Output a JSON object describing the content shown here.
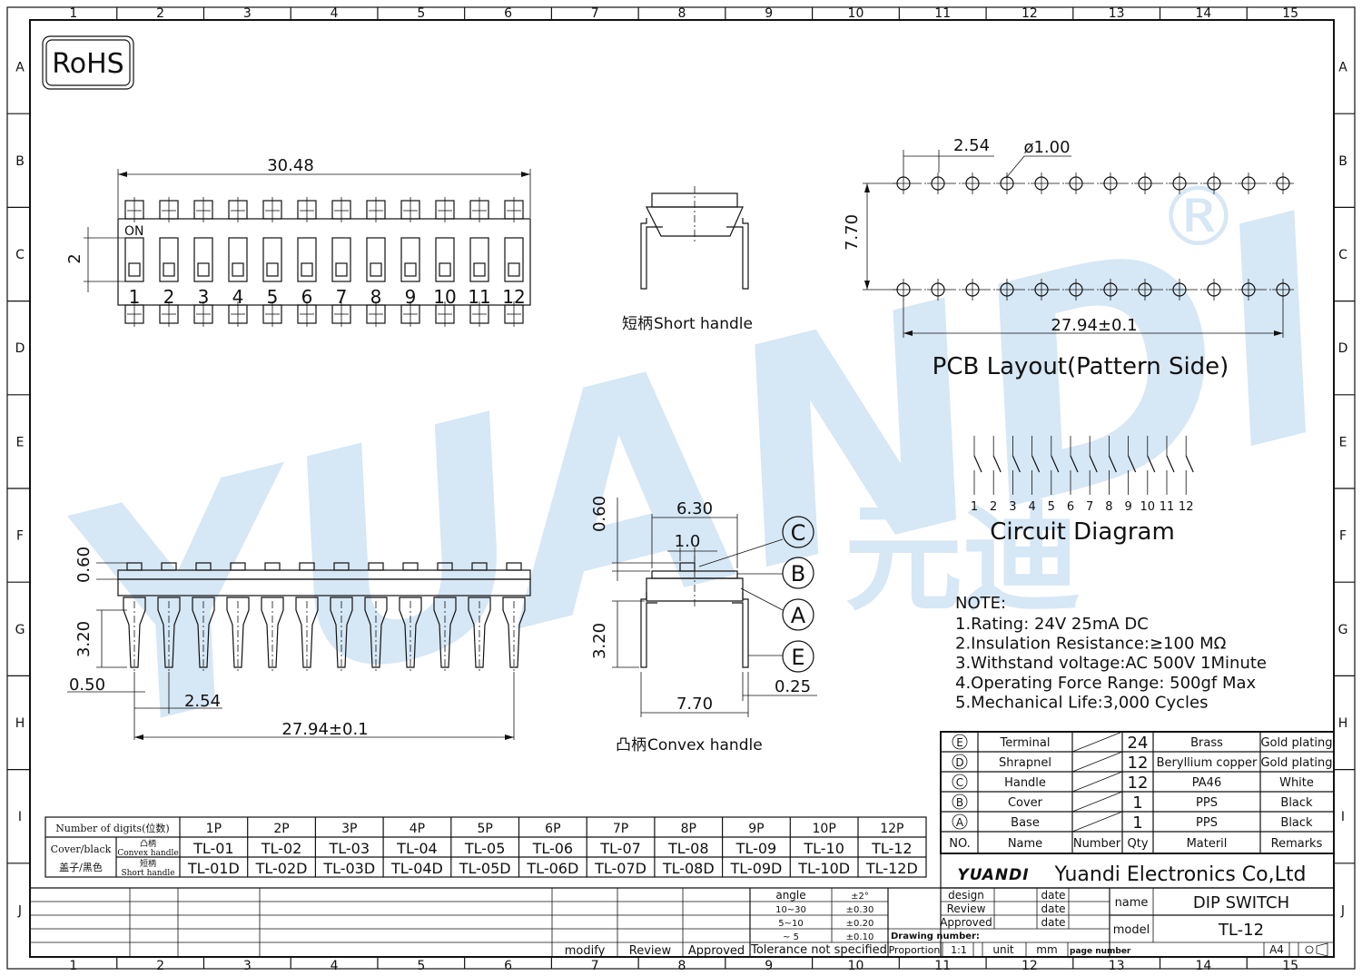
{
  "border": {
    "col_labels": [
      "1",
      "2",
      "3",
      "4",
      "5",
      "6",
      "7",
      "8",
      "9",
      "10",
      "11",
      "12",
      "13",
      "14",
      "15"
    ],
    "row_labels": [
      "A",
      "B",
      "C",
      "D",
      "E",
      "F",
      "G",
      "H",
      "I",
      "J"
    ]
  },
  "rohs": "RoHS",
  "watermark": {
    "text": "YUANDI",
    "registered": "®",
    "cn": "元迪"
  },
  "top_view": {
    "width_dim": "30.48",
    "pitch_dim": "2",
    "on_label": "ON",
    "positions": [
      "1",
      "2",
      "3",
      "4",
      "5",
      "6",
      "7",
      "8",
      "9",
      "10",
      "11",
      "12"
    ]
  },
  "short_handle": {
    "cn": "短柄",
    "en": "Short  handle"
  },
  "pcb": {
    "pitch": "2.54",
    "hole": "ø1.00",
    "row_spacing": "7.70",
    "length": "27.94±0.1",
    "title": "PCB  Layout(Pattern  Side)"
  },
  "circuit": {
    "title": "Circuit  Diagram",
    "labels": [
      "1",
      "2",
      "3",
      "4",
      "5",
      "6",
      "7",
      "8",
      "9",
      "10",
      "11",
      "12"
    ]
  },
  "front_view": {
    "top_dim": "0.60",
    "height_dim": "3.20",
    "pin_width": "0.50",
    "pitch": "2.54",
    "length": "27.94±0.1"
  },
  "side_view": {
    "width": "6.30",
    "handle": "1.0",
    "top": "0.60",
    "height": "3.20",
    "base": "7.70",
    "pin": "0.25",
    "callouts": [
      "C",
      "B",
      "A",
      "E"
    ],
    "caption_cn": "凸柄",
    "caption_en": "Convex  handle"
  },
  "notes": {
    "title": "NOTE:",
    "items": [
      "1.Rating:  24V  25mA  DC",
      "2.Insulation  Resistance:≥100  MΩ",
      "3.Withstand  voltage:AC  500V  1Minute",
      "4.Operating  Force  Range:  500gf  Max",
      "5.Mechanical  Life:3,000  Cycles"
    ]
  },
  "bom": {
    "rows": [
      {
        "no": "E",
        "name": "Terminal",
        "qty": "24",
        "material": "Brass",
        "remarks": "Gold  plating"
      },
      {
        "no": "D",
        "name": "Shrapnel",
        "qty": "12",
        "material": "Beryllium  copper",
        "remarks": "Gold  plating"
      },
      {
        "no": "C",
        "name": "Handle",
        "qty": "12",
        "material": "PA46",
        "remarks": "White"
      },
      {
        "no": "B",
        "name": "Cover",
        "qty": "1",
        "material": "PPS",
        "remarks": "Black"
      },
      {
        "no": "A",
        "name": "Base",
        "qty": "1",
        "material": "PPS",
        "remarks": "Black"
      }
    ],
    "header": {
      "no": "NO.",
      "name": "Name",
      "number": "Number",
      "qty": "Qty",
      "material": "Materil",
      "remarks": "Remarks"
    }
  },
  "digits_table": {
    "header": "Number  of  digits(位数)",
    "columns": [
      "1P",
      "2P",
      "3P",
      "4P",
      "5P",
      "6P",
      "7P",
      "8P",
      "9P",
      "10P",
      "12P"
    ],
    "cover_black": "Cover/black",
    "cover_cn": "盖子/黑色",
    "convex_cn": "凸柄",
    "convex_en": "Convex  handle",
    "short_cn": "短柄",
    "short_en": "Short  handle",
    "convex_models": [
      "TL-01",
      "TL-02",
      "TL-03",
      "TL-04",
      "TL-05",
      "TL-06",
      "TL-07",
      "TL-08",
      "TL-09",
      "TL-10",
      "TL-12"
    ],
    "short_models": [
      "TL-01D",
      "TL-02D",
      "TL-03D",
      "TL-04D",
      "TL-05D",
      "TL-06D",
      "TL-07D",
      "TL-08D",
      "TL-09D",
      "TL-10D",
      "TL-12D"
    ]
  },
  "title_block": {
    "company_logo": "YUANDI",
    "company": "Yuandi  Electronics  Co,Ltd",
    "tol": [
      {
        "k": "angle",
        "v": "±2°"
      },
      {
        "k": "10~30",
        "v": "±0.30"
      },
      {
        "k": "5~10",
        "v": "±0.20"
      },
      {
        "k": "~  5",
        "v": "±0.10"
      }
    ],
    "tol_label": "Tolerance  not  specified",
    "rev_cols": [
      "modify",
      "Review",
      "Approved"
    ],
    "design": "design",
    "review": "Review",
    "approved": "Approved",
    "date": "date",
    "drawing_number": "Drawing  number:",
    "proportion": "Proportion",
    "scale": "1:1",
    "unit": "unit",
    "mm": "mm",
    "page_number": "page  number",
    "name_label": "name",
    "name_value": "DIP  SWITCH",
    "model_label": "model",
    "model_value": "TL-12",
    "size": "A4"
  }
}
